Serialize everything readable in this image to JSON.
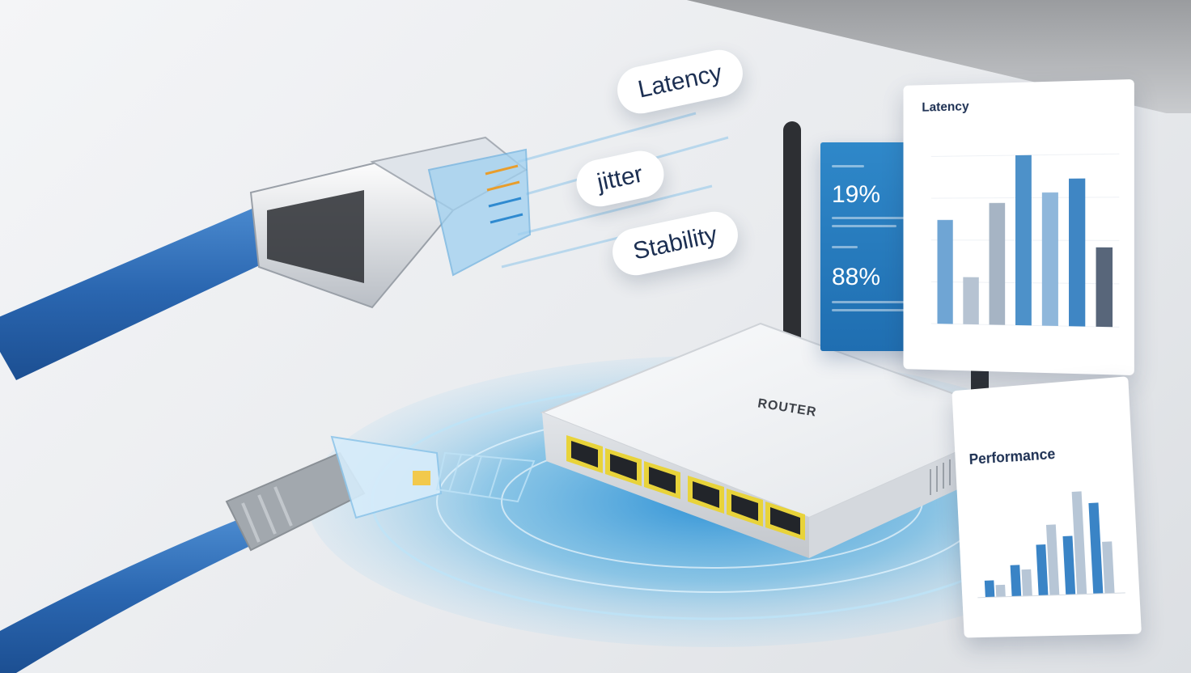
{
  "bubbles": {
    "latency": "Latency",
    "jitter": "jitter",
    "stability": "Stability"
  },
  "stats": {
    "primary": "19%",
    "secondary": "88%"
  },
  "chart": {
    "title": "Latency",
    "bar_colors": [
      "#6fa5d4",
      "#b6c3d2",
      "#a6b4c4",
      "#4d91c9",
      "#8fb7db",
      "#3f86c4",
      "#58667a"
    ]
  },
  "performance": {
    "title": "Performance"
  },
  "router": {
    "label": "ROUTER"
  },
  "chart_data": [
    {
      "type": "bar",
      "values": [
        0.62,
        0.28,
        0.72,
        1.0,
        0.78,
        0.86,
        0.46
      ]
    },
    {
      "type": "bar",
      "series": [
        {
          "values": [
            0.14,
            0.26,
            0.42,
            0.48,
            0.74
          ]
        },
        {
          "values": [
            0.1,
            0.22,
            0.58,
            0.84,
            0.42
          ]
        }
      ]
    }
  ],
  "colors": {
    "accent_blue": "#2f7fc4",
    "cable_blue": "#2f6db5",
    "port_yellow": "#e8d33a"
  }
}
